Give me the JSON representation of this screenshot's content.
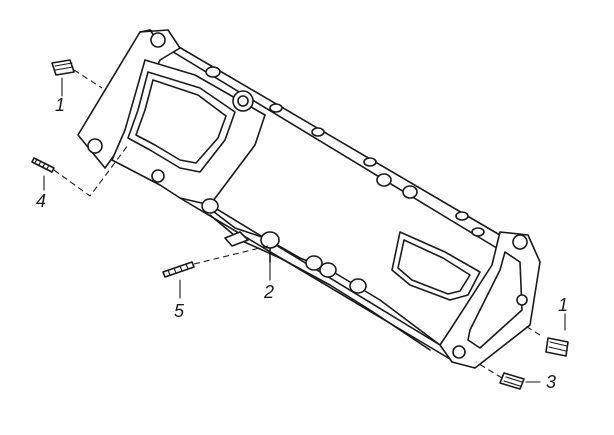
{
  "callouts": {
    "c1_top_left": "1",
    "c4": "4",
    "c2": "2",
    "c5": "5",
    "c1_right": "1",
    "c3": "3"
  },
  "colors": {
    "ink": "#1a1a1a",
    "paper": "#ffffff"
  }
}
